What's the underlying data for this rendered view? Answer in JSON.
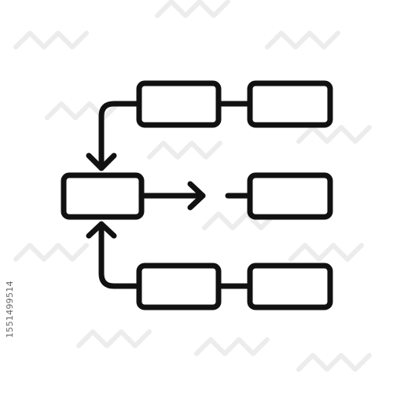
{
  "diagram": {
    "type": "flowchart-icon",
    "stroke_color": "#111111",
    "background_color": "#ffffff",
    "nodes": [
      {
        "id": "top-left-box"
      },
      {
        "id": "top-right-box"
      },
      {
        "id": "source-box"
      },
      {
        "id": "middle-right-box"
      },
      {
        "id": "bottom-left-box"
      },
      {
        "id": "bottom-right-box"
      }
    ],
    "edges": [
      {
        "from": "top-left-box",
        "to": "top-right-box",
        "style": "line"
      },
      {
        "from": "bottom-left-box",
        "to": "bottom-right-box",
        "style": "line"
      },
      {
        "from": "top-left-box",
        "to": "source-box",
        "style": "arrow"
      },
      {
        "from": "bottom-left-box",
        "to": "source-box",
        "style": "arrow"
      },
      {
        "from": "source-box",
        "to": "middle-right-box",
        "style": "arrow-with-gap"
      }
    ]
  },
  "stock_id": "1551499514",
  "watermark": {
    "color": "#ececec",
    "pattern": "logo"
  }
}
